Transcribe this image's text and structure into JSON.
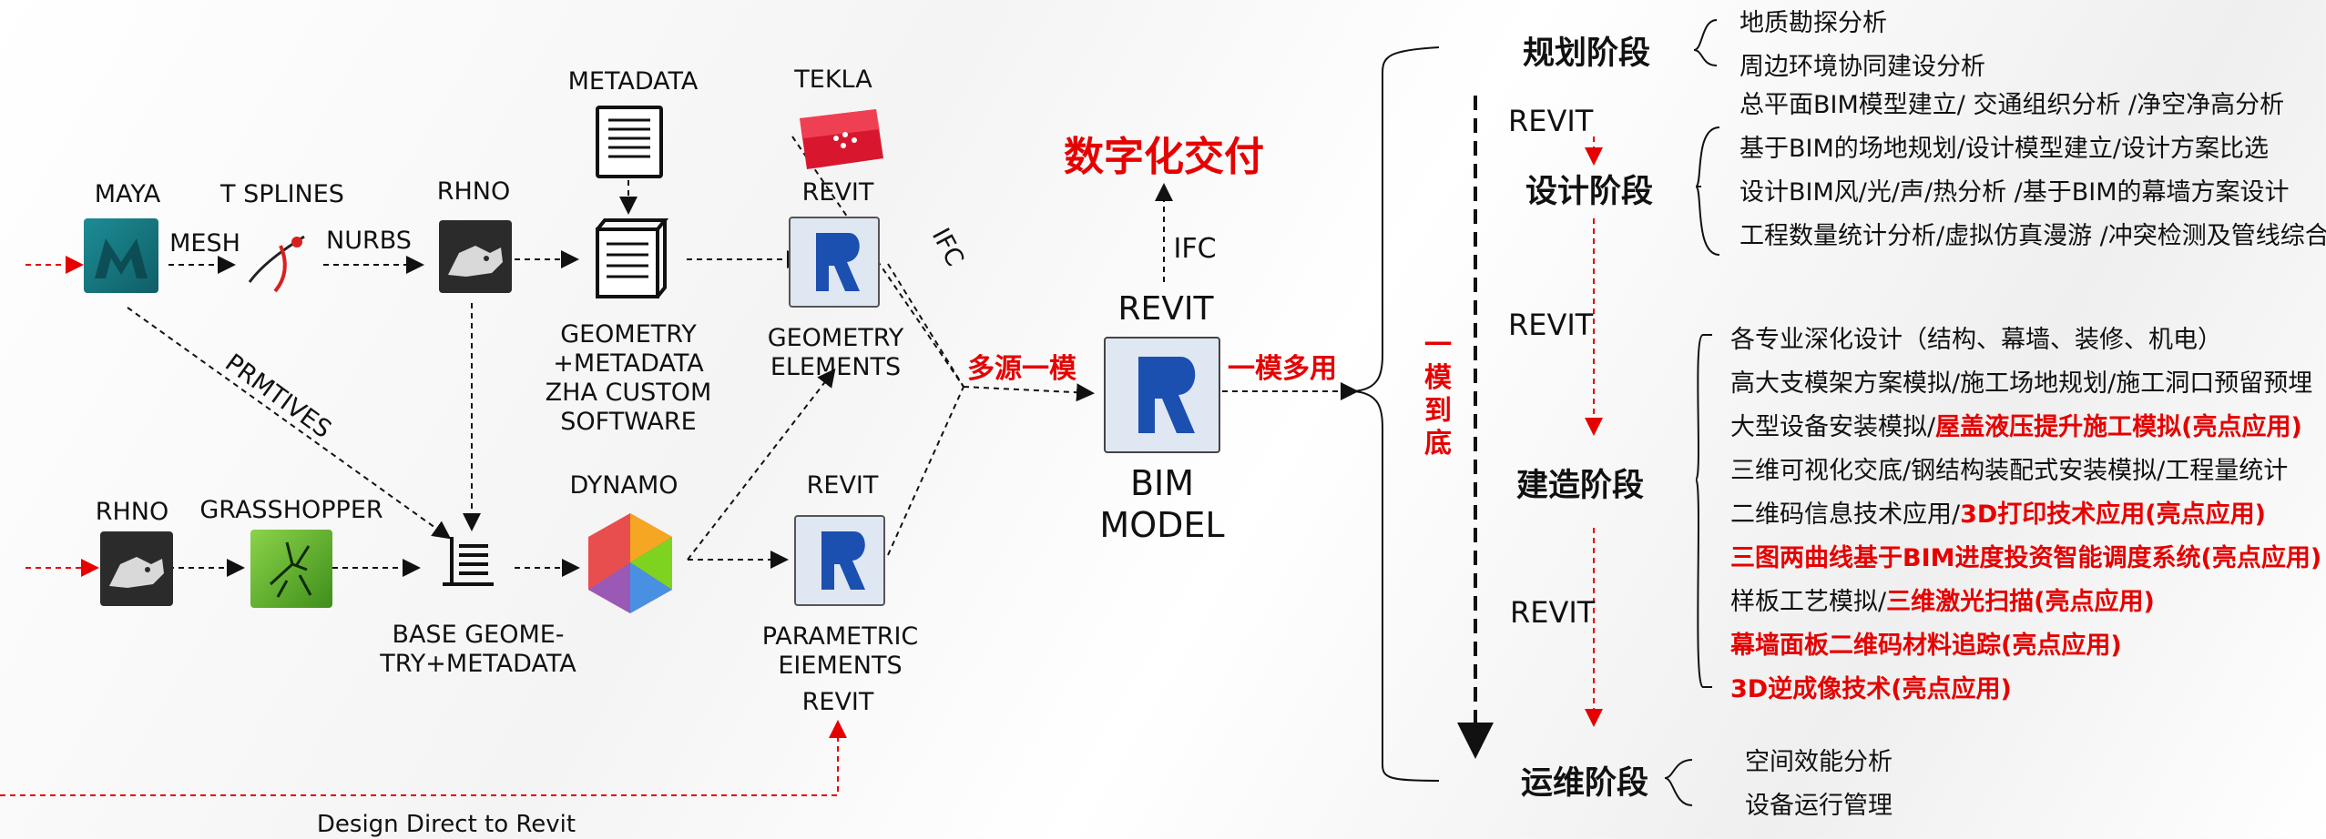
{
  "left_flow": {
    "maya": "MAYA",
    "tsplines": "T SPLINES",
    "rhno_top": "RHNO",
    "mesh": "MESH",
    "nurbs": "NURBS",
    "metadata": "METADATA",
    "geometry_metadata": "GEOMETRY +METADATA ZHA CUSTOM SOFTWARE",
    "tekla": "TEKLA",
    "revit_top": "REVIT",
    "geometry_elements": "GEOMETRY ELEMENTS",
    "ifc_diag": "IFC",
    "prmtives": "PRMTIVES",
    "rhno_bottom": "RHNO",
    "grasshopper": "GRASSHOPPER",
    "dynamo": "DYNAMO",
    "base_geometry": "BASE GEOME- TRY+METADATA",
    "revit_mid": "REVIT",
    "parametric": "PARAMETRIC EIEMENTS",
    "revit_bottom": "REVIT",
    "design_direct": "Design Direct to Revit"
  },
  "center": {
    "digital_delivery": "数字化交付",
    "ifc": "IFC",
    "revit": "REVIT",
    "multi_source": "多源一模",
    "one_model_multi": "一模多用",
    "bim_model": "BIM MODEL",
    "vertical": "一模到底"
  },
  "stages": {
    "planning": {
      "title": "规划阶段",
      "items": [
        "地质勘探分析",
        "周边环境协同建设分析"
      ]
    },
    "design": {
      "title": "设计阶段",
      "items": [
        "总平面BIM模型建立/ 交通组织分析 /净空净高分析",
        "基于BIM的场地规划/设计模型建立/设计方案比选",
        "设计BIM风/光/声/热分析 /基于BIM的幕墙方案设计",
        "工程数量统计分析/虚拟仿真漫游 /冲突检测及管线综合"
      ]
    },
    "construction": {
      "title": "建造阶段",
      "item1": "各专业深化设计（结构、幕墙、装修、机电）",
      "item2": "高大支模架方案模拟/施工场地规划/施工洞口预留预埋",
      "item3a": "大型设备安装模拟/",
      "item3b": "屋盖液压提升施工模拟(亮点应用)",
      "item4": "三维可视化交底/钢结构装配式安装模拟/工程量统计",
      "item5a": "二维码信息技术应用/",
      "item5b": "3D打印技术应用(亮点应用)",
      "item6": "三图两曲线基于BIM进度投资智能调度系统(亮点应用)",
      "item7a": "样板工艺模拟/",
      "item7b": "三维激光扫描(亮点应用)",
      "item8": "幕墙面板二维码材料追踪(亮点应用)",
      "item9": "3D逆成像技术(亮点应用)"
    },
    "operation": {
      "title": "运维阶段",
      "items": [
        "空间效能分析",
        "设备运行管理"
      ]
    },
    "revit_labels": [
      "REVIT",
      "REVIT",
      "REVIT"
    ]
  },
  "colors": {
    "accent_red": "#e60000"
  }
}
